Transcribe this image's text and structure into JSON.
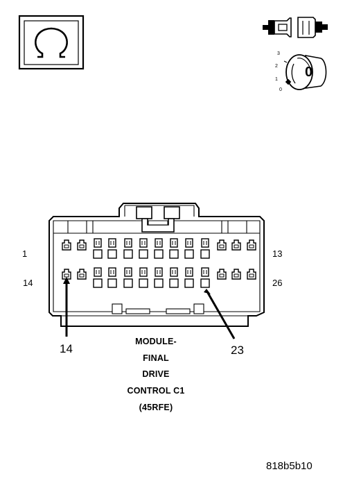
{
  "pin_labels": {
    "top_left": "1",
    "top_right": "13",
    "bottom_left": "14",
    "bottom_right": "26"
  },
  "callouts": {
    "left": "14",
    "right": "23"
  },
  "caption": {
    "line1": "MODULE-",
    "line2": "FINAL",
    "line3": "DRIVE",
    "line4": "CONTROL C1",
    "line5": "(45RFE)"
  },
  "ignition_key": {
    "positions": [
      "3",
      "2",
      "1",
      "0"
    ],
    "selected": "0"
  },
  "figure_id": "818b5b10",
  "icons": {
    "ohm": "ohm-meter-icon",
    "connector": "disconnected-connector-icon",
    "key": "ignition-key-off-icon"
  }
}
